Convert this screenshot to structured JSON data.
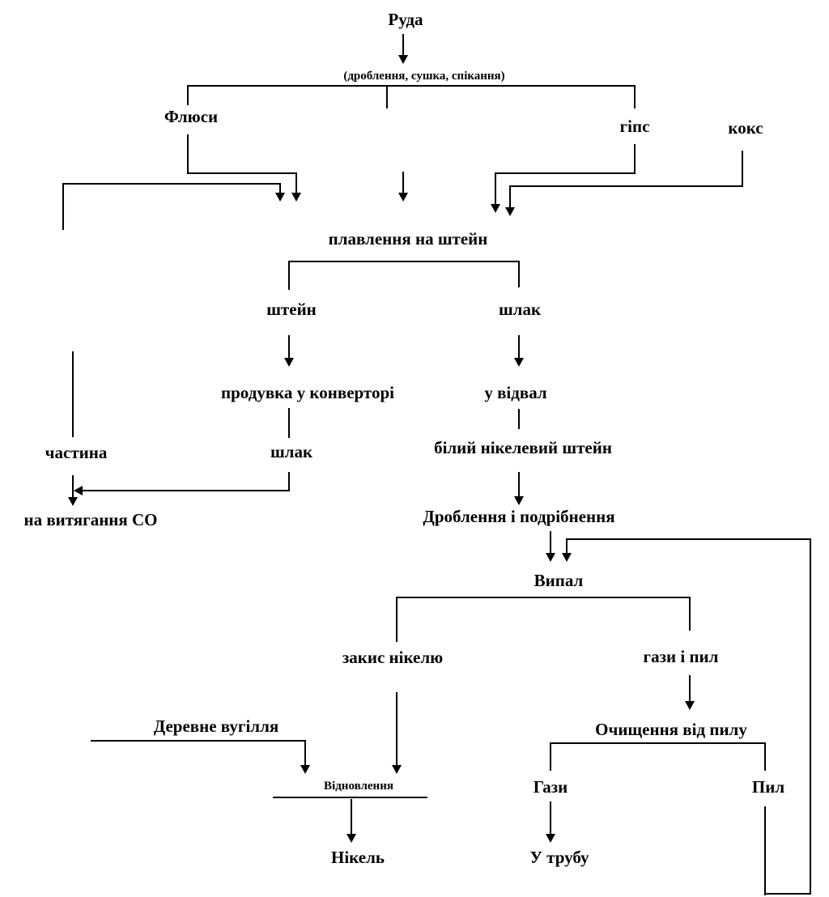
{
  "nodes": {
    "ore": "Руда",
    "prep": "(дроблення, сушка, спікання)",
    "fluxes": "Флюси",
    "gypsum": "гіпс",
    "coke": "кокс",
    "matte_smelting": "плавлення на штейн",
    "matte": "штейн",
    "slag1": "шлак",
    "converter": "продувка у конверторі",
    "dump": "у відвал",
    "part": "частина",
    "slag2": "шлак",
    "white_matte": "білий нікелевий штейн",
    "co_extraction": "на витягання СО",
    "crushing": "Дроблення і подрібнення",
    "roasting": "Випал",
    "nickel_oxide": "закис нікелю",
    "gases_dust": "гази і пил",
    "charcoal": "Деревне вугілля",
    "dust_cleaning": "Очищення від пилу",
    "reduction": "Відновлення",
    "gases": "Гази",
    "dust": "Пил",
    "nickel": "Нікель",
    "to_chimney": "У трубу"
  }
}
